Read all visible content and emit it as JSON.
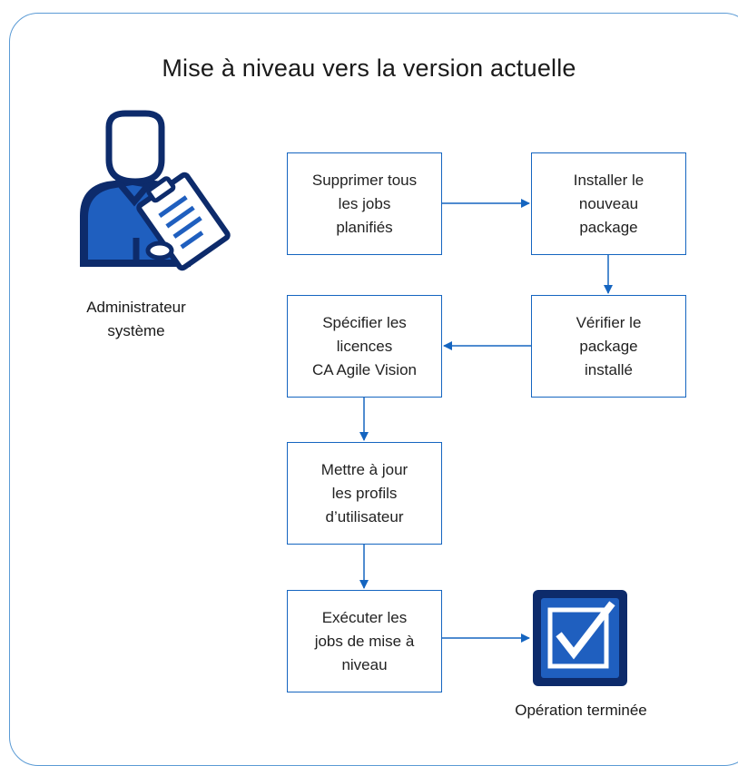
{
  "title": "Mise à niveau vers la version actuelle",
  "actor": {
    "label": "Administrateur\nsystème",
    "icon": "administrator-clipboard-icon"
  },
  "steps": {
    "delete_jobs": "Supprimer tous\nles jobs\nplanifiés",
    "install_package": "Installer le\nnouveau\npackage",
    "verify_package": "Vérifier le\npackage\ninstallé",
    "specify_licenses": "Spécifier les\nlicences\nCA Agile Vision",
    "update_profiles": "Mettre à jour\nles profils\nd’utilisateur",
    "run_upgrade_jobs": "Exécuter les\njobs de mise à\nniveau"
  },
  "completion": {
    "label": "Opération terminée",
    "icon": "checkbox-checked-icon"
  },
  "colors": {
    "accent": "#1565c0",
    "frame": "#5b9bd5",
    "icon_dark": "#0d2b6b",
    "icon_blue": "#1f5fbf"
  }
}
